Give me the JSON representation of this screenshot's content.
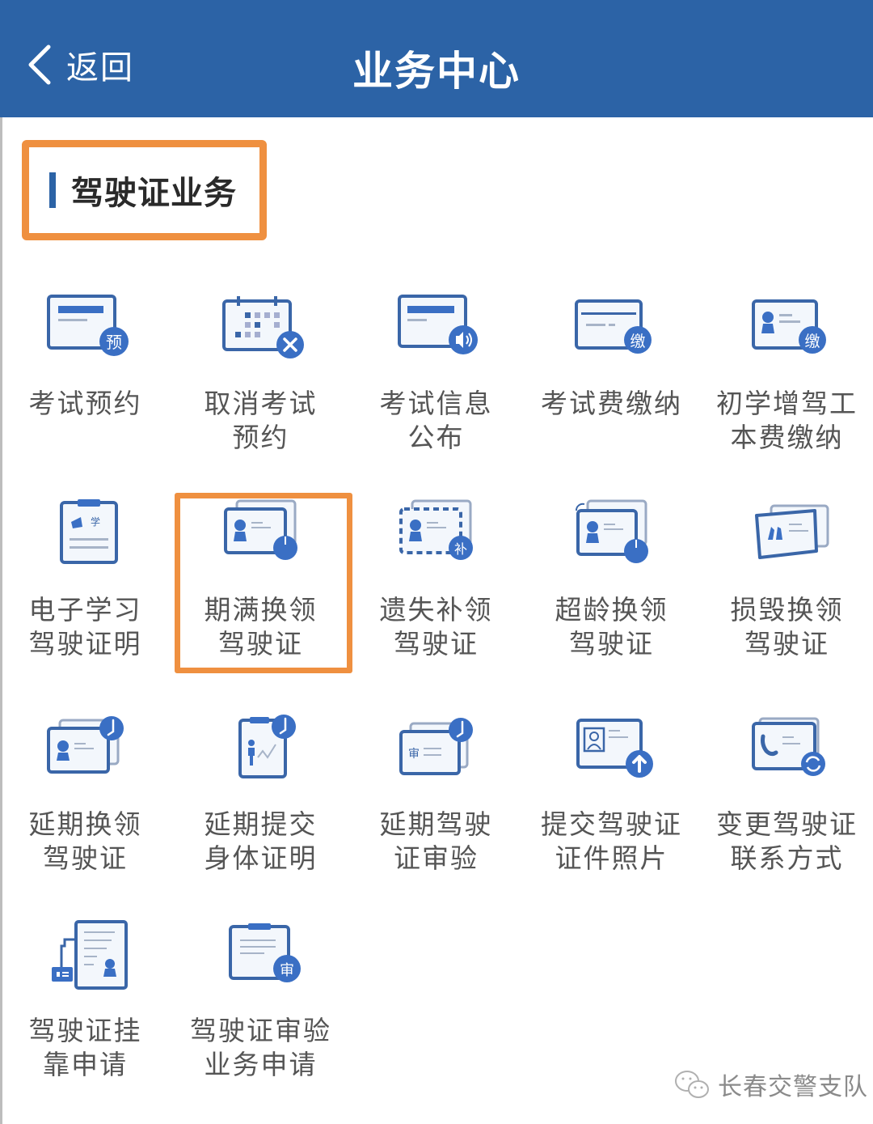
{
  "header": {
    "back_label": "返回",
    "title": "业务中心"
  },
  "section": {
    "title": "驾驶证业务"
  },
  "colors": {
    "primary": "#2c63a6",
    "icon_blue": "#3a6fc4",
    "highlight_orange": "#ef9040",
    "label_gray": "#555555"
  },
  "tiles": [
    {
      "label": "考试预约",
      "icon": "exam-booking-icon",
      "badge": "预"
    },
    {
      "label": "取消考试\n预约",
      "icon": "cancel-exam-calendar-icon",
      "badge": "×"
    },
    {
      "label": "考试信息\n公布",
      "icon": "exam-info-announce-icon",
      "badge": "speaker"
    },
    {
      "label": "考试费缴纳",
      "icon": "exam-fee-payment-icon",
      "badge": "缴"
    },
    {
      "label": "初学增驾工\n本费缴纳",
      "icon": "learner-fee-payment-icon",
      "badge": "缴"
    },
    {
      "label": "电子学习\n驾驶证明",
      "icon": "e-learner-permit-icon",
      "badge": "学"
    },
    {
      "label": "期满换领\n驾驶证",
      "icon": "expiry-renewal-license-icon",
      "badge": "clock",
      "highlighted": true
    },
    {
      "label": "遗失补领\n驾驶证",
      "icon": "lost-replacement-license-icon",
      "badge": "补"
    },
    {
      "label": "超龄换领\n驾驶证",
      "icon": "overage-renewal-license-icon",
      "badge": "clock"
    },
    {
      "label": "损毁换领\n驾驶证",
      "icon": "damaged-replacement-license-icon",
      "badge": ""
    },
    {
      "label": "延期换领\n驾驶证",
      "icon": "deferred-renewal-license-icon",
      "badge": "clock"
    },
    {
      "label": "延期提交\n身体证明",
      "icon": "deferred-health-certificate-icon",
      "badge": "clock"
    },
    {
      "label": "延期驾驶\n证审验",
      "icon": "deferred-license-review-icon",
      "badge": "clock"
    },
    {
      "label": "提交驾驶证\n证件照片",
      "icon": "submit-license-photo-icon",
      "badge": "upload"
    },
    {
      "label": "变更驾驶证\n联系方式",
      "icon": "change-contact-info-icon",
      "badge": "refresh"
    },
    {
      "label": "驾驶证挂\n靠申请",
      "icon": "license-affiliation-icon",
      "badge": ""
    },
    {
      "label": "驾驶证审验\n业务申请",
      "icon": "license-review-application-icon",
      "badge": "审"
    }
  ],
  "watermark": {
    "text": "长春交警支队",
    "icon": "wechat-icon"
  }
}
